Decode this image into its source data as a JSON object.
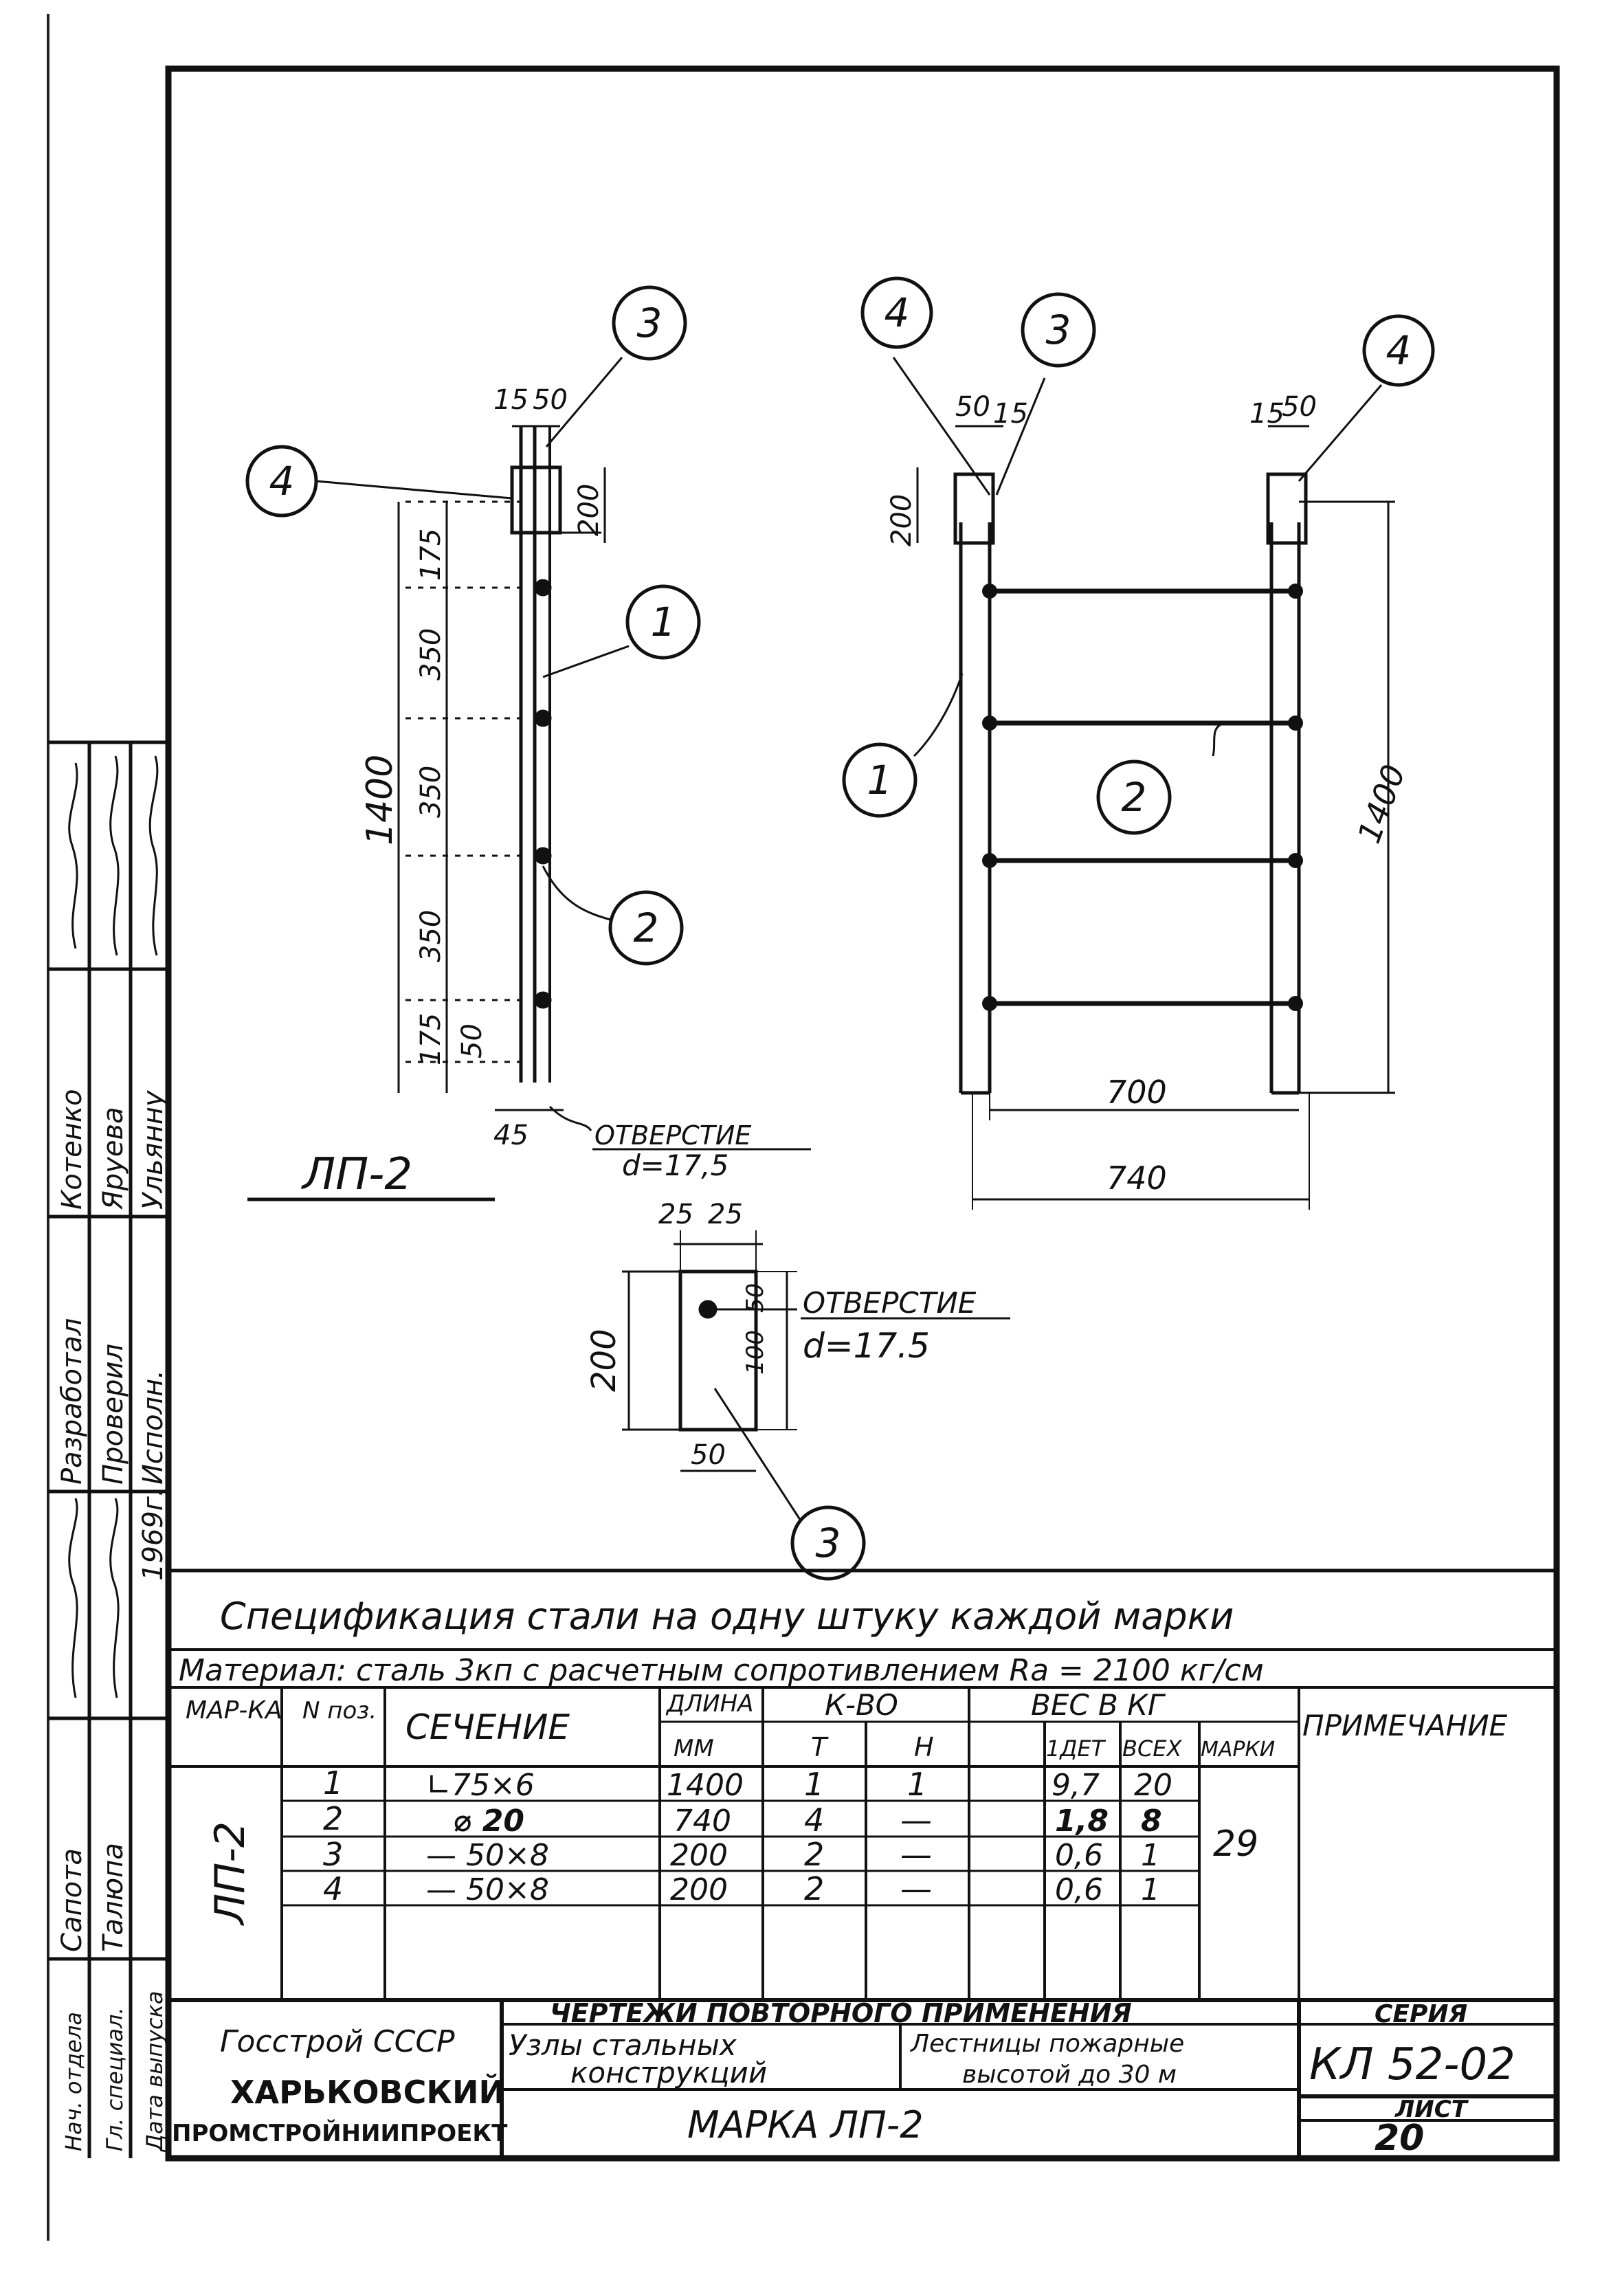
{
  "drawing": {
    "side_view": {
      "dims_top_a": "15",
      "dims_top_b": "50",
      "dim_200": "200",
      "dim_total": "1400",
      "dim_175_top": "175",
      "dim_350_a": "350",
      "dim_350_b": "350",
      "dim_350_c": "350",
      "dim_175_bot": "175",
      "dim_50": "50",
      "dim_45": "45",
      "hole_label": "ОТВЕРСТИЕ",
      "hole_d": "d=17,5",
      "title": "ЛП-2"
    },
    "front_view": {
      "dim_50_l": "50",
      "dim_15_l": "15",
      "dim_15_r": "15",
      "dim_50_r": "50",
      "dim_200": "200",
      "dim_1400": "1400",
      "dim_700": "700",
      "dim_740": "740"
    },
    "plate_detail": {
      "dim_25_a": "25",
      "dim_25_b": "25",
      "dim_200": "200",
      "dim_50_side": "50",
      "dim_100": "100",
      "dim_50_bot": "50",
      "hole_label": "ОТВЕРСТИЕ",
      "hole_d": "d=17.5"
    },
    "callouts": [
      "1",
      "2",
      "3",
      "4"
    ]
  },
  "spec": {
    "title": "Спецификация стали на одну штуку каждой марки",
    "material": "Материал: сталь 3кп с расчетным сопротивлением Ra = 2100 кг/см",
    "headers": {
      "mark": "МАР-КА",
      "pos": "N поз.",
      "section": "СЕЧЕНИЕ",
      "length": "ДЛИНА",
      "length_unit": "ММ",
      "qty": "К-ВО",
      "qty_t": "Т",
      "qty_n": "Н",
      "weight": "ВЕС В КГ",
      "w_det": "1ДЕТ",
      "w_all": "ВСЕХ",
      "w_mark": "МАРКИ",
      "note": "ПРИМЕЧАНИЕ"
    },
    "mark_value": "ЛП-2",
    "mark_total": "29",
    "rows": [
      {
        "pos": "1",
        "section": "∟75×6",
        "length": "1400",
        "t": "1",
        "n": "1",
        "det": "9,7",
        "all": "20"
      },
      {
        "pos": "2",
        "section": "⌀ 20",
        "length": "740",
        "t": "4",
        "n": "—",
        "det": "1,8",
        "all": "8"
      },
      {
        "pos": "3",
        "section": "— 50×8",
        "length": "200",
        "t": "2",
        "n": "—",
        "det": "0,6",
        "all": "1"
      },
      {
        "pos": "4",
        "section": "— 50×8",
        "length": "200",
        "t": "2",
        "n": "—",
        "det": "0,6",
        "all": "1"
      }
    ]
  },
  "title_block": {
    "org1": "Госстрой СССР",
    "org2": "ХАРЬКОВСКИЙ",
    "org3": "ПРОМСТРОЙНИИПРОЕКТ",
    "header": "ЧЕРТЕЖИ ПОВТОРНОГО ПРИМЕНЕНИЯ",
    "subject1": "Узлы стальных",
    "subject2": "конструкций",
    "subject3": "Лестницы пожарные",
    "subject4": "высотой до 30 м",
    "series_label": "СЕРИЯ",
    "series": "КЛ 52-02",
    "sheet_label": "ЛИСТ",
    "sheet": "20",
    "mark_caption": "МАРКА  ЛП-2"
  },
  "side_stamp": {
    "r1_role": "Разработал",
    "r1_name": "Котенко",
    "r2_role": "Проверил",
    "r2_name": "Яруева",
    "r3_role": "Исполн.",
    "r3_name": "Ульянну",
    "r4_role": "Нач. отдела",
    "r4_name": "Сапота",
    "r5_role": "Гл. специал.",
    "r5_name": "Талюпа",
    "r6_role": "Дата выпуска",
    "r6_name": "1969г."
  }
}
